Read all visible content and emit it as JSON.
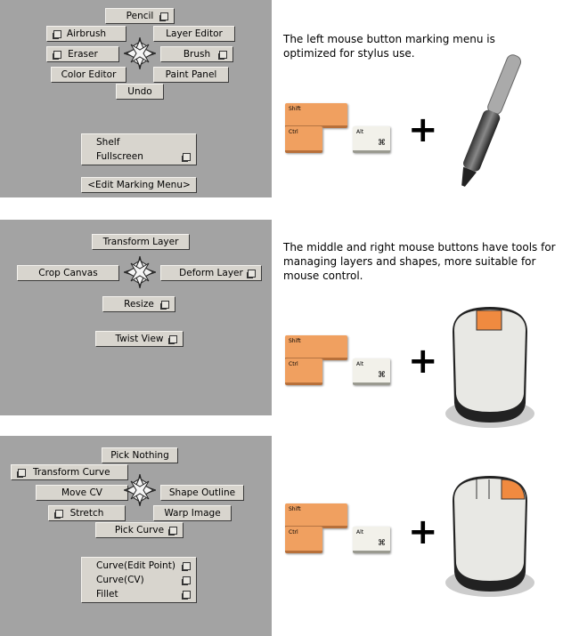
{
  "section1": {
    "buttons": {
      "pencil": "Pencil",
      "airbrush": "Airbrush",
      "layer_editor": "Layer Editor",
      "eraser": "Eraser",
      "brush": "Brush",
      "color_editor": "Color Editor",
      "paint_panel": "Paint Panel",
      "undo": "Undo"
    },
    "menu": [
      "Shelf",
      "Fullscreen"
    ],
    "edit": "<Edit Marking Menu>",
    "description": "The left mouse button marking menu is optimized for stylus use."
  },
  "section2": {
    "buttons": {
      "transform_layer": "Transform Layer",
      "crop_canvas": "Crop Canvas",
      "deform_layer": "Deform Layer",
      "resize": "Resize",
      "twist_view": "Twist View"
    },
    "description": "The middle and right mouse buttons have tools for managing layers and shapes, more suitable for mouse control."
  },
  "section3": {
    "buttons": {
      "pick_nothing": "Pick Nothing",
      "transform_curve": "Transform Curve",
      "move_cv": "Move CV",
      "shape_outline": "Shape Outline",
      "stretch": "Stretch",
      "warp_image": "Warp Image",
      "pick_curve": "Pick Curve"
    },
    "menu": [
      "Curve(Edit Point)",
      "Curve(CV)",
      "Fillet"
    ]
  },
  "keys": {
    "shift": "Shift",
    "ctrl": "Ctrl",
    "alt": "Alt",
    "cmd": "⌘"
  },
  "plus": "+",
  "colors": {
    "panel": "#a3a3a3",
    "button": "#d8d5ce",
    "key_orange": "#f0a060",
    "highlight": "#f08a40"
  }
}
